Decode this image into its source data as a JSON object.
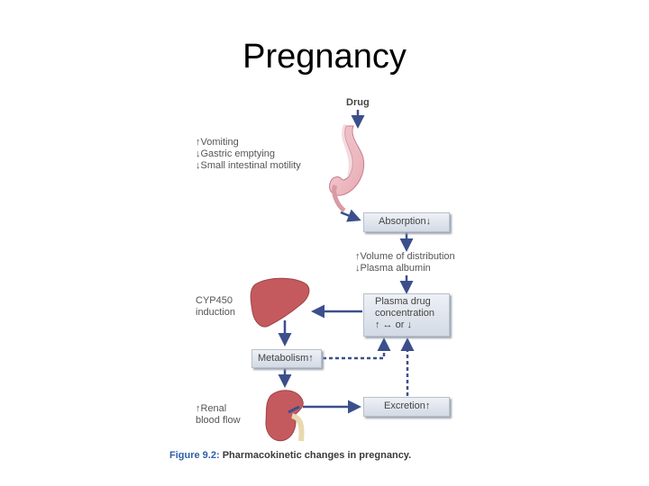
{
  "title": "Pregnancy",
  "drug_label": "Drug",
  "stomach_effects": [
    "↑Vomiting",
    "↓Gastric emptying",
    "↓Small intestinal motility"
  ],
  "absorption_box": "Absorption↓",
  "distribution_notes": [
    "↑Volume of distribution",
    "↓Plasma albumin"
  ],
  "plasma_box": [
    "Plasma drug",
    "concentration",
    "↑ ↔ or ↓"
  ],
  "liver_label": [
    "CYP450",
    "induction"
  ],
  "metabolism_box": "Metabolism↑",
  "renal_label": [
    "↑Renal",
    "blood flow"
  ],
  "excretion_box": "Excretion↑",
  "caption": {
    "prefix": "Figure 9.2:",
    "text": "Pharmacokinetic changes in pregnancy."
  },
  "colors": {
    "arrow": "#3c4f8c",
    "organ": "#c9606a",
    "box_bg": "#dfe4ec",
    "caption_accent": "#2f5fa8"
  }
}
